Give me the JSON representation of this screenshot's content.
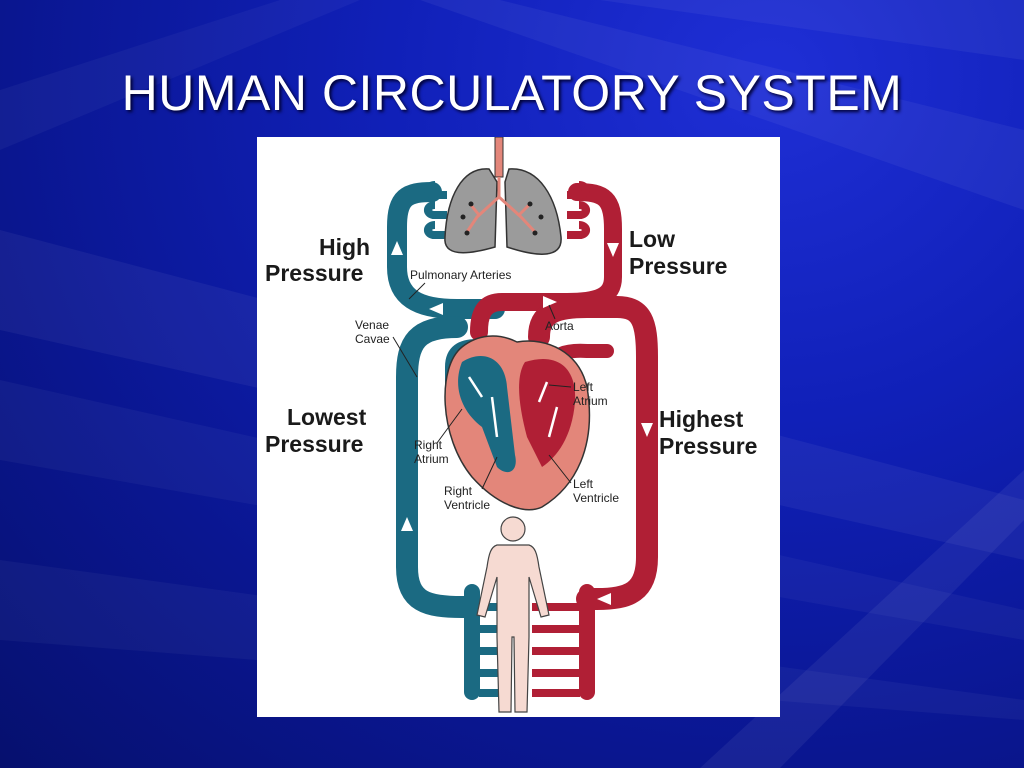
{
  "slide": {
    "title": "HUMAN CIRCULATORY SYSTEM"
  },
  "diagram": {
    "labels": {
      "high": "High",
      "pressure_high": "Pressure",
      "low": "Low",
      "pressure_low": "Pressure",
      "lowest": "Lowest",
      "pressure_lowest": "Pressure",
      "highest": "Highest",
      "pressure_highest": "Pressure",
      "pulmonary_arteries": "Pulmonary Arteries",
      "venae": "Venae",
      "cavae": "Cavae",
      "aorta": "Aorta",
      "left_atrium_1": "Left",
      "left_atrium_2": "Atrium",
      "right_atrium_1": "Right",
      "right_atrium_2": "Atrium",
      "right_ventricle_1": "Right",
      "right_ventricle_2": "Ventricle",
      "left_ventricle_1": "Left",
      "left_ventricle_2": "Ventricle"
    },
    "colors": {
      "venous": "#1b6a82",
      "arterial": "#b01f35",
      "heart": "#e3867a",
      "lungs": "#9b9b9b",
      "body": "#f6dad2",
      "background": "#1020b8"
    }
  }
}
